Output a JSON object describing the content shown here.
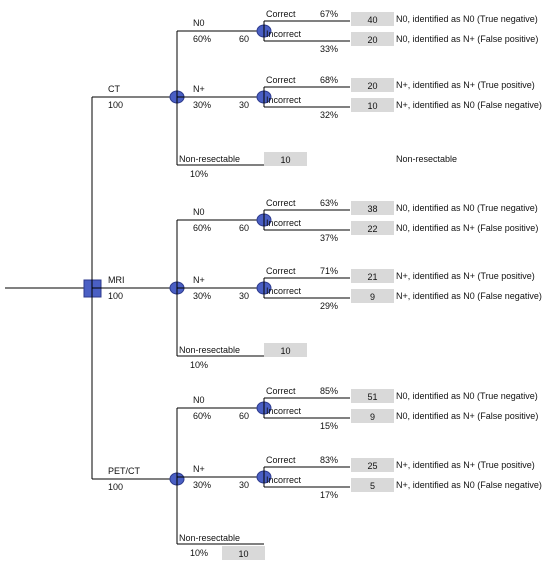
{
  "diagram": {
    "colors": {
      "node_fill": "#4a5fc4",
      "node_stroke": "#2c3a8c",
      "value_box": "#d9d9d9",
      "line": "#000000"
    },
    "root": {
      "icon": "decision-square-icon"
    },
    "modalities": [
      {
        "id": "ct",
        "label": "CT",
        "value": "100",
        "branches": [
          {
            "id": "n0",
            "label": "N0",
            "pct": "60%",
            "count": "60",
            "correct": {
              "label": "Correct",
              "pct": "67%",
              "value": "40",
              "outcome": "N0, identified as N0 (True negative)"
            },
            "incorrect": {
              "label": "Incorrect",
              "pct": "33%",
              "value": "20",
              "outcome": "N0, identified as N+ (False positive)"
            }
          },
          {
            "id": "nplus",
            "label": "N+",
            "pct": "30%",
            "count": "30",
            "correct": {
              "label": "Correct",
              "pct": "68%",
              "value": "20",
              "outcome": "N+, identified as N+ (True positive)"
            },
            "incorrect": {
              "label": "Incorrect",
              "pct": "32%",
              "value": "10",
              "outcome": "N+, identified as N0 (False negative)"
            }
          }
        ],
        "nonresectable": {
          "label": "Non-resectable",
          "pct": "10%",
          "value": "10",
          "outcome": "Non-resectable"
        }
      },
      {
        "id": "mri",
        "label": "MRI",
        "value": "100",
        "branches": [
          {
            "id": "n0",
            "label": "N0",
            "pct": "60%",
            "count": "60",
            "correct": {
              "label": "Correct",
              "pct": "63%",
              "value": "38",
              "outcome": "N0, identified as N0 (True negative)"
            },
            "incorrect": {
              "label": "Incorrect",
              "pct": "37%",
              "value": "22",
              "outcome": "N0, identified as N+ (False positive)"
            }
          },
          {
            "id": "nplus",
            "label": "N+",
            "pct": "30%",
            "count": "30",
            "correct": {
              "label": "Correct",
              "pct": "71%",
              "value": "21",
              "outcome": "N+, identified as N+ (True positive)"
            },
            "incorrect": {
              "label": "Incorrect",
              "pct": "29%",
              "value": "9",
              "outcome": "N+, identified as N0 (False negative)"
            }
          }
        ],
        "nonresectable": {
          "label": "Non-resectable",
          "pct": "10%",
          "value": "10",
          "outcome": ""
        }
      },
      {
        "id": "petct",
        "label": "PET/CT",
        "value": "100",
        "branches": [
          {
            "id": "n0",
            "label": "N0",
            "pct": "60%",
            "count": "60",
            "correct": {
              "label": "Correct",
              "pct": "85%",
              "value": "51",
              "outcome": "N0, identified as N0 (True negative)"
            },
            "incorrect": {
              "label": "Incorrect",
              "pct": "15%",
              "value": "9",
              "outcome": "N0, identified as N+ (False positive)"
            }
          },
          {
            "id": "nplus",
            "label": "N+",
            "pct": "30%",
            "count": "30",
            "correct": {
              "label": "Correct",
              "pct": "83%",
              "value": "25",
              "outcome": "N+, identified as N+ (True positive)"
            },
            "incorrect": {
              "label": "Incorrect",
              "pct": "17%",
              "value": "5",
              "outcome": "N+, identified as N0 (False negative)"
            }
          }
        ],
        "nonresectable": {
          "label": "Non-resectable",
          "pct": "10%",
          "value": "10",
          "outcome": ""
        }
      }
    ]
  }
}
